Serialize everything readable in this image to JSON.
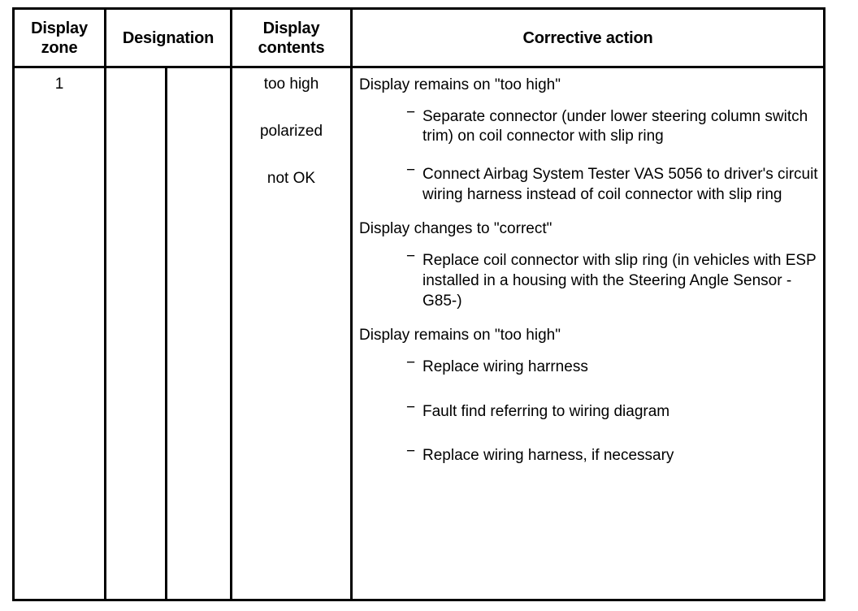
{
  "table": {
    "columns": [
      {
        "id": "display-zone",
        "label": "Display\nzone"
      },
      {
        "id": "designation",
        "label": "Designation"
      },
      {
        "id": "display-contents",
        "label": "Display\ncontents"
      },
      {
        "id": "corrective-action",
        "label": "Corrective action"
      }
    ],
    "header": {
      "display_zone": "Display zone",
      "display_zone_line1": "Display",
      "display_zone_line2": "zone",
      "designation": "Designation",
      "display_contents_line1": "Display",
      "display_contents_line2": "contents",
      "corrective_action": "Corrective action"
    },
    "row": {
      "display_zone": "1",
      "designation_a": "",
      "designation_b": "",
      "display_contents": [
        "too high",
        "polarized",
        "not OK"
      ],
      "corrective_action": {
        "blocks": [
          {
            "heading": "Display remains on \"too high\"",
            "items": [
              "Separate connector (under lower steering column switch trim) on coil connector with slip ring",
              "Connect Airbag System Tester VAS 5056 to driver's circuit wiring harness instead of coil connector with slip ring"
            ]
          },
          {
            "heading": "Display changes to \"correct\"",
            "items": [
              "Replace coil connector with slip ring (in vehicles with ESP installed in a housing with the Steering Angle Sensor -G85-)"
            ]
          },
          {
            "heading": "Display remains on \"too high\"",
            "items": [
              "Replace wiring harrness",
              "Fault find referring to wiring diagram",
              "Replace wiring harness, if necessary"
            ]
          }
        ]
      }
    }
  },
  "glyphs": {
    "bullet_dash": "−"
  },
  "colors": {
    "border": "#000000",
    "text": "#000000",
    "background": "#ffffff"
  }
}
